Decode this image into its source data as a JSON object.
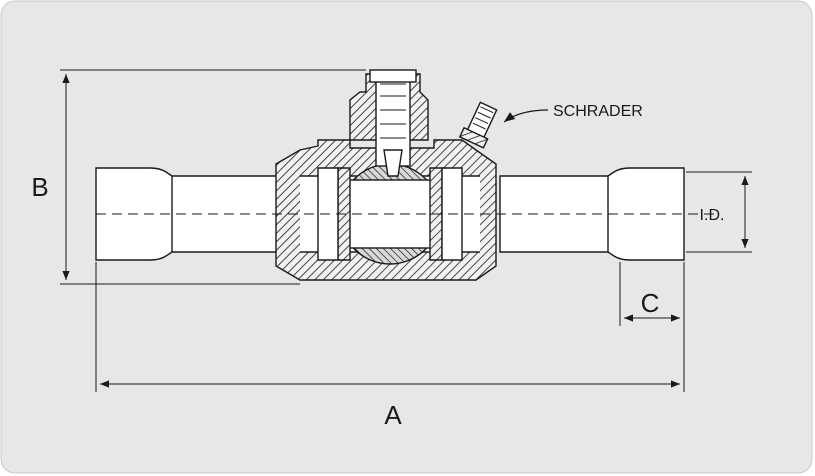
{
  "labels": {
    "schrader": "SCHRADER",
    "dim_a": "A",
    "dim_b": "B",
    "dim_c": "C",
    "id": "I.D."
  },
  "colors": {
    "background": "#e6e7e8",
    "stroke": "#1a1a1a",
    "hatch": "#1a1a1a"
  }
}
